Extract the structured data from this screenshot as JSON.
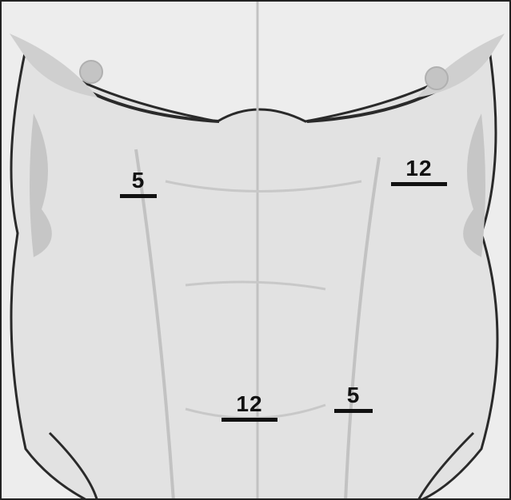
{
  "markers": {
    "left_chest": {
      "value": "5"
    },
    "right_chest": {
      "value": "12"
    },
    "center_lower": {
      "value": "12"
    },
    "right_lower": {
      "value": "5"
    }
  }
}
